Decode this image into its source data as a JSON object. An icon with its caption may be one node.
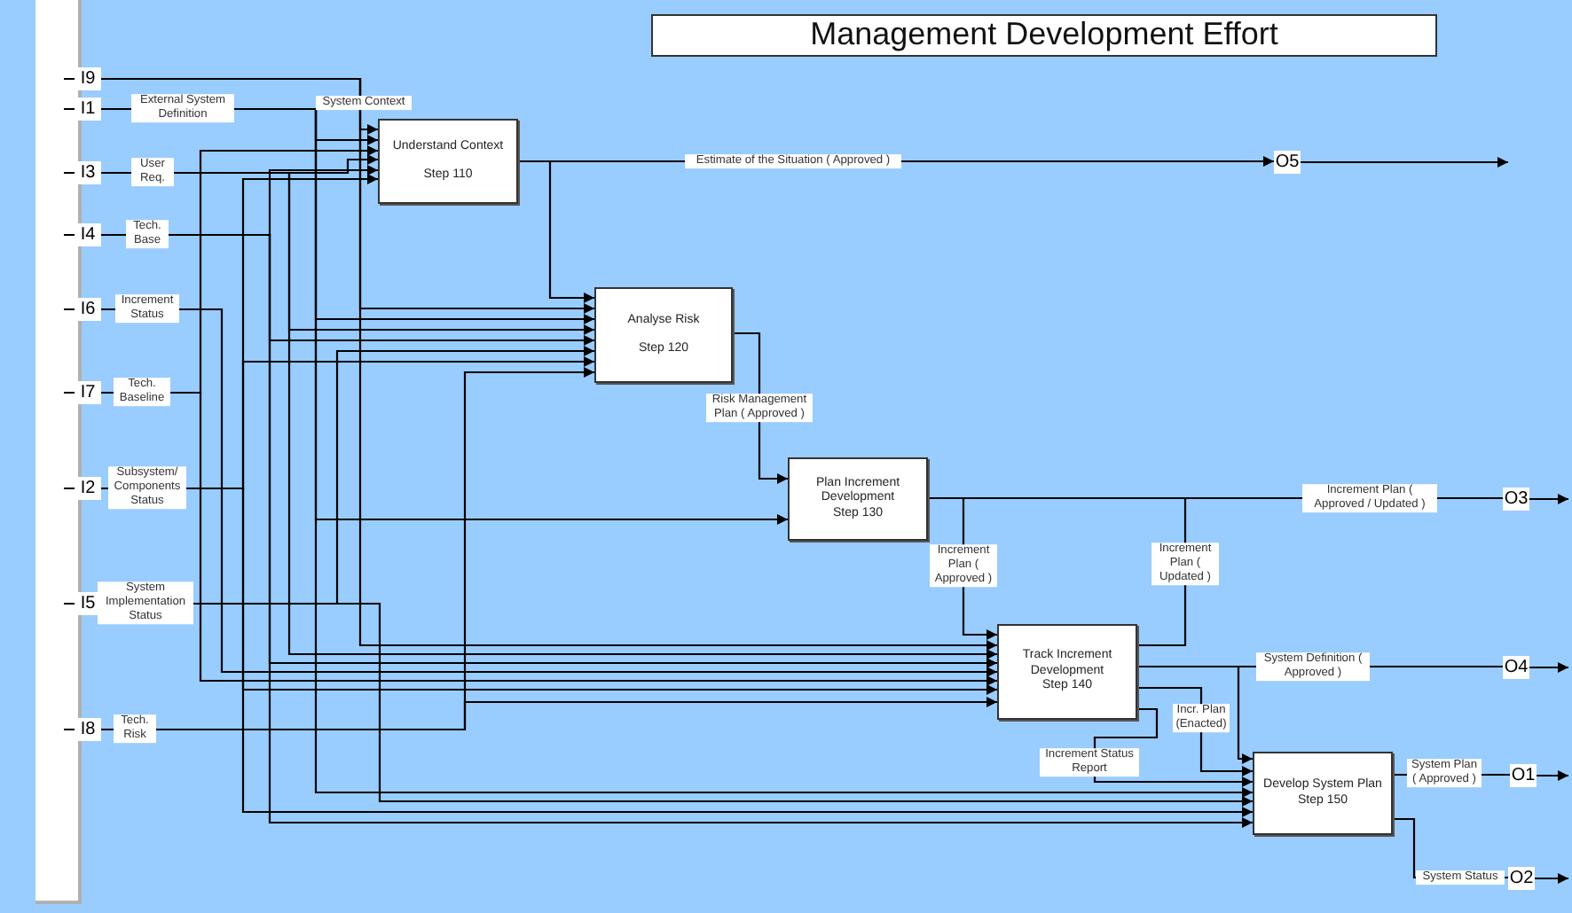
{
  "diagram": {
    "title": "Management Development Effort",
    "nodes": [
      {
        "text": [
          "I9"
        ]
      },
      {
        "text": [
          "I1"
        ],
        "beside": [
          "External System Definition"
        ]
      },
      {
        "text": [
          "I3"
        ],
        "beside": [
          "User Req."
        ]
      },
      {
        "text": [
          "I4"
        ],
        "beside": [
          "Tech. Base"
        ]
      },
      {
        "text": [
          "I6"
        ],
        "beside": [
          "Increment Status"
        ]
      },
      {
        "text": [
          "I7"
        ],
        "beside": [
          "Tech. Baseline"
        ]
      },
      {
        "text": [
          "I2"
        ],
        "beside": [
          "Subsystem/ Components Status"
        ]
      },
      {
        "text": [
          "I5"
        ],
        "beside": [
          "System Implementation Status"
        ]
      },
      {
        "text": [
          "I8"
        ],
        "beside": [
          "Tech. Risk"
        ]
      },
      {
        "text": [
          "Understand Context",
          "Step 110"
        ]
      },
      {
        "text": [
          "Analyse Risk",
          "Step 120"
        ]
      },
      {
        "text": [
          "Plan Increment Development",
          "Step 130"
        ]
      },
      {
        "text": [
          "Track Increment Development",
          "Step 140"
        ]
      },
      {
        "text": [
          "Develop System Plan",
          "Step 150"
        ]
      },
      {
        "text": [
          "O5"
        ]
      },
      {
        "text": [
          "O3"
        ]
      },
      {
        "text": [
          "O4"
        ]
      },
      {
        "text": [
          "O1"
        ]
      },
      {
        "text": [
          "O2"
        ]
      }
    ],
    "edges": [
      {
        "from": 0,
        "to": 9,
        "arrow": "to"
      },
      {
        "from": 1,
        "to": 9,
        "arrow": "to",
        "label": "System Context"
      },
      {
        "from": 5,
        "to": 9,
        "arrow": "to"
      },
      {
        "from": 2,
        "to": 9,
        "arrow": "to"
      },
      {
        "from": 3,
        "to": 9,
        "arrow": "to"
      },
      {
        "from": 6,
        "to": 9,
        "arrow": "to"
      },
      {
        "from": 9,
        "to": 14,
        "arrow": "to",
        "label": "Estimate of the Situation ( Approved )"
      },
      {
        "from": 9,
        "to": 10,
        "arrow": "to"
      },
      {
        "from": 0,
        "to": 10,
        "arrow": "to"
      },
      {
        "from": 1,
        "to": 10,
        "arrow": "to"
      },
      {
        "from": 2,
        "to": 10,
        "arrow": "to"
      },
      {
        "from": 3,
        "to": 10,
        "arrow": "to"
      },
      {
        "from": 7,
        "to": 10,
        "arrow": "to"
      },
      {
        "from": 6,
        "to": 10,
        "arrow": "to"
      },
      {
        "from": 8,
        "to": 10,
        "arrow": "to"
      },
      {
        "from": 10,
        "to": 11,
        "arrow": "to",
        "label": "Risk Management Plan ( Approved )"
      },
      {
        "from": 1,
        "to": 11,
        "arrow": "to"
      },
      {
        "from": 11,
        "to": 15,
        "arrow": "none",
        "label": "Increment Plan ( Approved / Updated )"
      },
      {
        "from": 11,
        "to": 12,
        "arrow": "to",
        "label": "Increment Plan ( Approved )"
      },
      {
        "from": 12,
        "to": 15,
        "arrow": "none",
        "label": "Increment Plan ( Updated )"
      },
      {
        "from": 0,
        "to": 12,
        "arrow": "to"
      },
      {
        "from": 2,
        "to": 12,
        "arrow": "to"
      },
      {
        "from": 3,
        "to": 12,
        "arrow": "to"
      },
      {
        "from": 4,
        "to": 12,
        "arrow": "to"
      },
      {
        "from": 5,
        "to": 12,
        "arrow": "to"
      },
      {
        "from": 6,
        "to": 12,
        "arrow": "to"
      },
      {
        "from": 8,
        "to": 12,
        "arrow": "to"
      },
      {
        "from": 12,
        "to": 16,
        "arrow": "none",
        "label": "System Definition ( Approved )"
      },
      {
        "from": 12,
        "to": 13,
        "arrow": "to"
      },
      {
        "from": 12,
        "to": 13,
        "arrow": "to",
        "label": "Incr. Plan (Enacted)"
      },
      {
        "from": 12,
        "to": 13,
        "arrow": "to",
        "label": "Increment Status Report"
      },
      {
        "from": 1,
        "to": 13,
        "arrow": "to"
      },
      {
        "from": 7,
        "to": 13,
        "arrow": "to"
      },
      {
        "from": 6,
        "to": 13,
        "arrow": "to"
      },
      {
        "from": 3,
        "to": 13,
        "arrow": "to"
      },
      {
        "from": 13,
        "to": 17,
        "arrow": "none",
        "label": "System Plan ( Approved )"
      },
      {
        "from": 13,
        "to": 18,
        "arrow": "none",
        "label": "System Status"
      },
      {
        "from": 14,
        "to": null,
        "arrow": "to"
      },
      {
        "from": 15,
        "to": null,
        "arrow": "to"
      },
      {
        "from": 16,
        "to": null,
        "arrow": "to"
      },
      {
        "from": 17,
        "to": null,
        "arrow": "to"
      },
      {
        "from": 18,
        "to": null,
        "arrow": "to"
      }
    ]
  }
}
